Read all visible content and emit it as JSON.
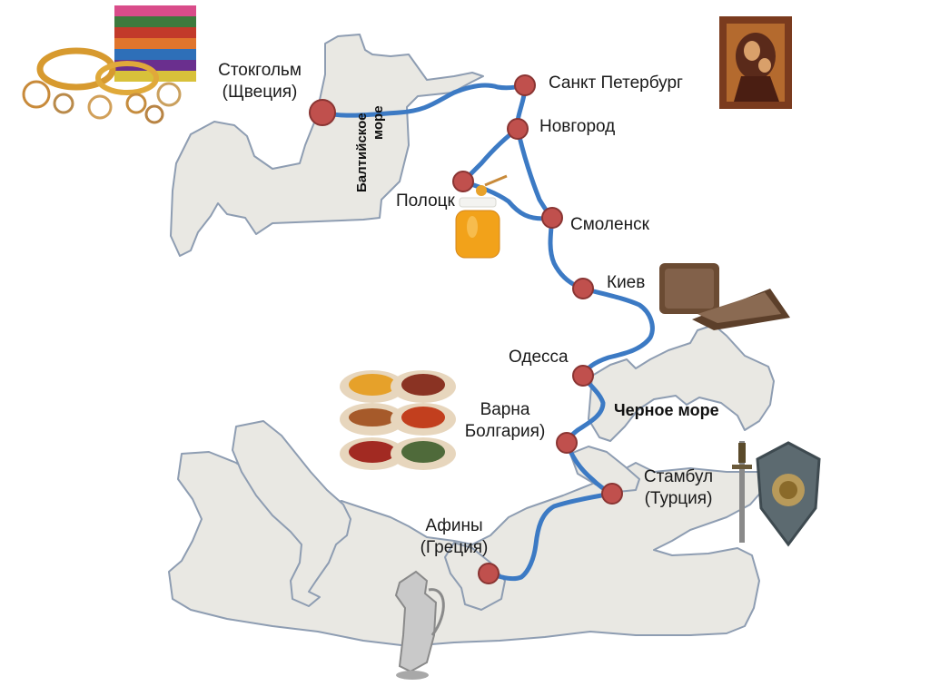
{
  "map": {
    "land_color": "#e9e8e3",
    "coast_color": "#8e9db2",
    "route_color": "#3c7ac4",
    "city_marker_color": "#c0504d",
    "marker_outline_color": "#8a3533"
  },
  "cities": {
    "stockholm": {
      "name": "Стокгольм",
      "country": "(Щвеция)"
    },
    "st_petersburg": {
      "name": "Санкт Петербург"
    },
    "novgorod": {
      "name": "Новгород"
    },
    "polotsk": {
      "name": "Полоцк"
    },
    "smolensk": {
      "name": "Смоленск"
    },
    "kiev": {
      "name": "Киев"
    },
    "odessa": {
      "name": "Одесса"
    },
    "varna": {
      "name": "Варна",
      "country": "Болгария)"
    },
    "istanbul": {
      "name": "Стамбул",
      "country": "(Турция)"
    },
    "athens": {
      "name": "Афины",
      "country": "(Греция)"
    }
  },
  "seas": {
    "baltic_line1": "Балтийское",
    "baltic_line2": "море",
    "black": "Черное море"
  },
  "goods": [
    {
      "icon": "jewelry-and-fabric-icon"
    },
    {
      "icon": "orthodox-icon-painting"
    },
    {
      "icon": "honey-jar-icon"
    },
    {
      "icon": "rye-bread-icon"
    },
    {
      "icon": "spices-icon"
    },
    {
      "icon": "sword-and-shield-icon"
    },
    {
      "icon": "silver-jug-icon"
    }
  ]
}
